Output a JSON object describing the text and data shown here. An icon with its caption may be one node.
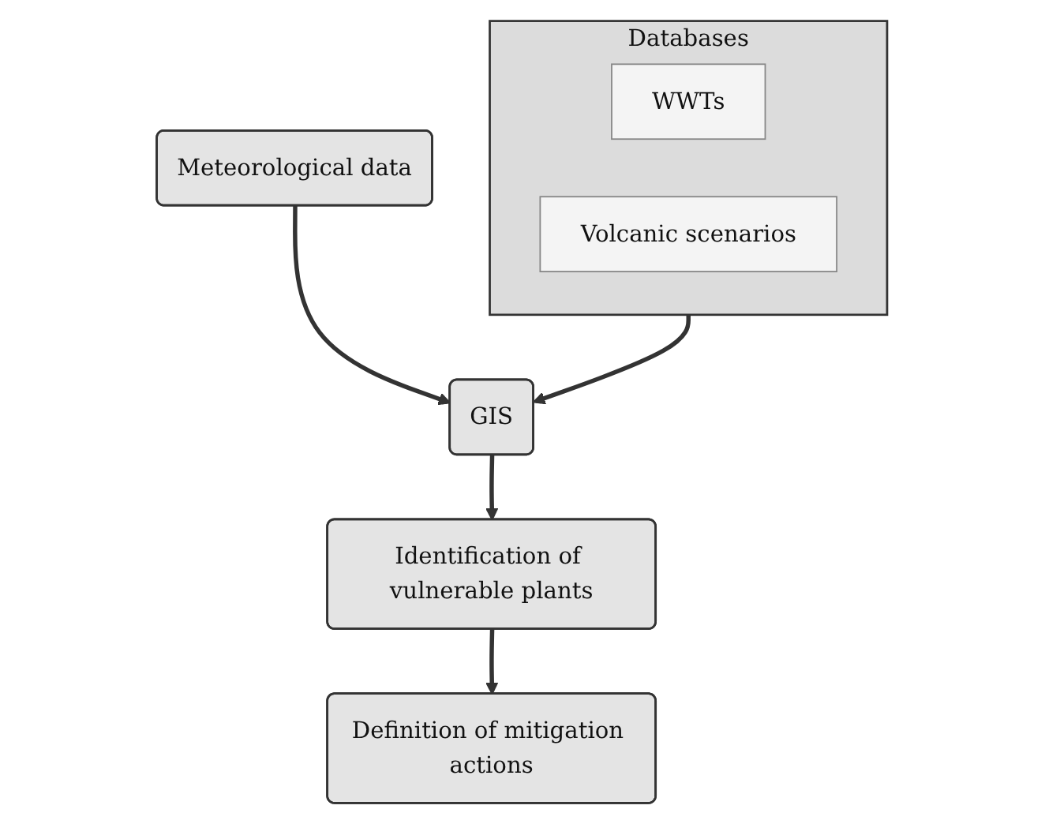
{
  "diagram": {
    "nodes": [
      {
        "text": [
          "Databases"
        ]
      },
      {
        "text": [
          "WWTs"
        ],
        "in": 0
      },
      {
        "text": [
          "Volcanic scenarios"
        ],
        "in": 0
      },
      {
        "text": [
          "Meteorological data"
        ]
      },
      {
        "text": [
          "GIS"
        ]
      },
      {
        "text": [
          "Identification of vulnerable plants"
        ]
      },
      {
        "text": [
          "Definition of mitigation actions"
        ]
      }
    ],
    "edges": [
      {
        "from": 0,
        "to": 4,
        "arrow": "to"
      },
      {
        "from": 3,
        "to": 4,
        "arrow": "to"
      },
      {
        "from": 4,
        "to": 5,
        "arrow": "to"
      },
      {
        "from": 5,
        "to": 6,
        "arrow": "to"
      }
    ]
  }
}
